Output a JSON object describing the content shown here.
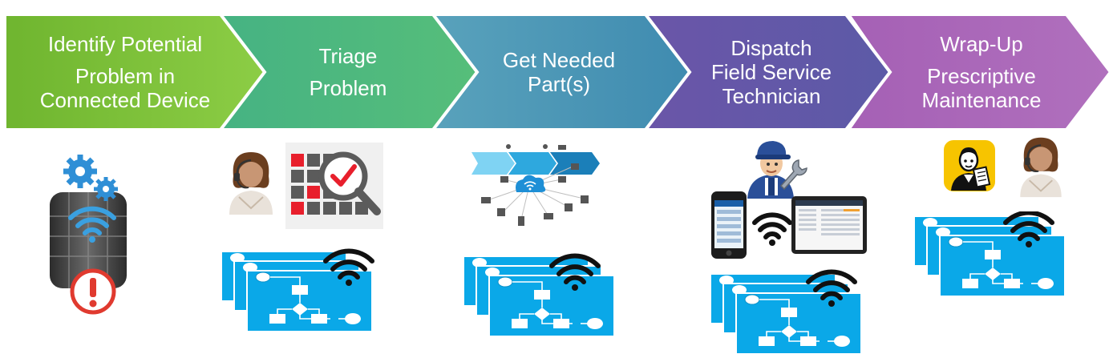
{
  "stages": [
    {
      "lines": [
        "Identify Potential",
        "Problem in",
        "Connected Device"
      ],
      "color": "#7cbf3a"
    },
    {
      "lines": [
        "Triage",
        "Problem"
      ],
      "color": "#4cb87a"
    },
    {
      "lines": [
        "Get Needed",
        "Part(s)"
      ],
      "color": "#4f97b3"
    },
    {
      "lines": [
        "Dispatch",
        "Field Service",
        "Technician"
      ],
      "color": "#6b56a6"
    },
    {
      "lines": [
        "Wrap-Up",
        "Prescriptive",
        "Maintenance"
      ],
      "color": "#a565b5"
    }
  ],
  "icons": [
    "connected-device-icon",
    "gears-icon",
    "wifi-signal-icon",
    "alert-icon",
    "support-agent-icon",
    "grid-magnifier-icon",
    "workflow-card-stack-icon",
    "iot-network-icon",
    "cloud-wifi-icon",
    "technician-icon",
    "wrench-icon",
    "smartphone-icon",
    "tablet-icon",
    "manual-app-icon"
  ]
}
